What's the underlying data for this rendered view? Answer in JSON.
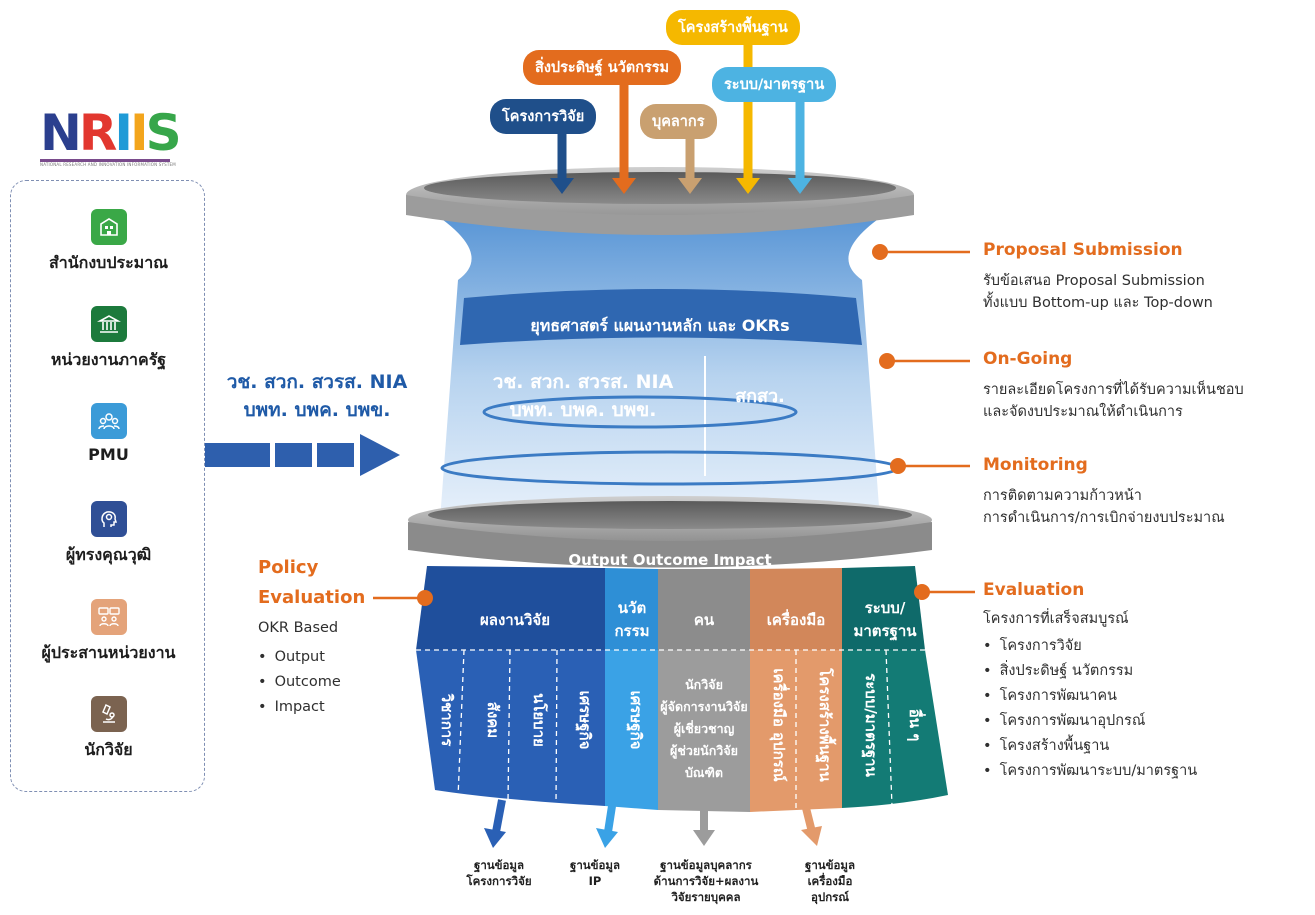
{
  "logo": {
    "text": "NRIIS",
    "tagline": "NATIONAL RESEARCH AND INNOVATION INFORMATION SYSTEM"
  },
  "stakeholders": [
    {
      "label": "สำนักงบประมาณ",
      "icon": "budget-office-icon",
      "color": "#3aa847"
    },
    {
      "label": "หน่วยงานภาครัฐ",
      "icon": "government-building-icon",
      "color": "#1c7a3c"
    },
    {
      "label": "PMU",
      "icon": "team-group-icon",
      "color": "#3b9bd8"
    },
    {
      "label": "ผู้ทรงคุณวุฒิ",
      "icon": "expert-head-icon",
      "color": "#2f4f96"
    },
    {
      "label": "ผู้ประสานหน่วยงาน",
      "icon": "coordinator-chat-icon",
      "color": "#e4a37a"
    },
    {
      "label": "นักวิจัย",
      "icon": "microscope-icon",
      "color": "#7b6350"
    }
  ],
  "arrow_orgs": {
    "line1": "วช. สวก. สวรส. NIA",
    "line2": "บพท.  บพค. บพข."
  },
  "inputs": [
    {
      "label": "โครงการวิจัย",
      "color": "#1f4f8a"
    },
    {
      "label": "สิ่งประดิษฐ์ นวัตกรรม",
      "color": "#e36c1e"
    },
    {
      "label": "บุคลากร",
      "color": "#c9a070"
    },
    {
      "label": "โครงสร้างพื้นฐาน",
      "color": "#f5b800"
    },
    {
      "label": "ระบบ/มาตรฐาน",
      "color": "#4db3e2"
    }
  ],
  "funnel": {
    "strategy": "ยุทธศาสตร์ แผนงานหลัก และ OKRs",
    "agencies_line1": "วช. สวก. สวรส. NIA",
    "agencies_line2": "บพท.  บพค. บพข.",
    "tsri": "สกสว.",
    "output_header": "Output Outcome Impact"
  },
  "output_columns": [
    {
      "header": "ผลงานวิจัย",
      "color": "#1f4f9c"
    },
    {
      "header_line1": "นวัต",
      "header_line2": "กรรม",
      "color": "#2e8fd6"
    },
    {
      "header": "คน",
      "color": "#8c8c8c"
    },
    {
      "header": "เครื่องมือ",
      "color": "#d2875a"
    },
    {
      "header_line1": "ระบบ/",
      "header_line2": "มาตรฐาน",
      "color": "#0f6a6a"
    }
  ],
  "output_items": {
    "research": [
      "วิชาการ",
      "สังคม",
      "นโยบาย",
      "เศรษฐกิจ"
    ],
    "innovation": [
      "เศรษฐกิจ"
    ],
    "people": [
      "นักวิจัย",
      "ผู้จัดการงานวิจัย",
      "ผู้เชี่ยวชาญ",
      "ผู้ช่วยนักวิจัย",
      "บัณฑิต"
    ],
    "tools": [
      "เครื่องมือ อุปกรณ์",
      "โครงสร้างพื้นฐาน"
    ],
    "standards": [
      "ระบบ/มาตรฐาน",
      "อื่น ๆ"
    ]
  },
  "databases": [
    {
      "line1": "ฐานข้อมูล",
      "line2": "โครงการวิจัย"
    },
    {
      "line1": "ฐานข้อมูล",
      "line2": "IP"
    },
    {
      "line1": "ฐานข้อมูลบุคลากร",
      "line2": "ด้านการวิจัย+ผลงาน",
      "line3": "วิจัยรายบุคคล"
    },
    {
      "line1": "ฐานข้อมูล",
      "line2": "เครื่องมือ",
      "line3": "อุปกรณ์"
    }
  ],
  "stages": {
    "proposal": {
      "title": "Proposal Submission",
      "line1": "รับข้อเสนอ Proposal Submission",
      "line2": "ทั้งแบบ Bottom-up และ Top-down"
    },
    "ongoing": {
      "title": "On-Going",
      "line1": "รายละเอียดโครงการที่ได้รับความเห็นชอบ",
      "line2": "และจัดงบประมาณให้ดำเนินการ"
    },
    "monitoring": {
      "title": "Monitoring",
      "line1": "การติดตามความก้าวหน้า",
      "line2": "การดำเนินการ/การเบิกจ่ายงบประมาณ"
    },
    "evaluation": {
      "title": "Evaluation",
      "subtitle": "โครงการที่เสร็จสมบูรณ์",
      "items": [
        "โครงการวิจัย",
        "สิ่งประดิษฐ์ นวัตกรรม",
        "โครงการพัฒนาคน",
        "โครงการพัฒนาอุปกรณ์",
        "โครงสร้างพื้นฐาน",
        "โครงการพัฒนาระบบ/มาตรฐาน"
      ]
    },
    "policy": {
      "title_line1": "Policy",
      "title_line2": "Evaluation",
      "subtitle": "OKR Based",
      "items": [
        "Output",
        "Outcome",
        "Impact"
      ]
    }
  },
  "colors": {
    "accent_orange": "#e36c1e",
    "navy": "#1f4f8a",
    "funnel_blue": "#5f9ddb"
  }
}
